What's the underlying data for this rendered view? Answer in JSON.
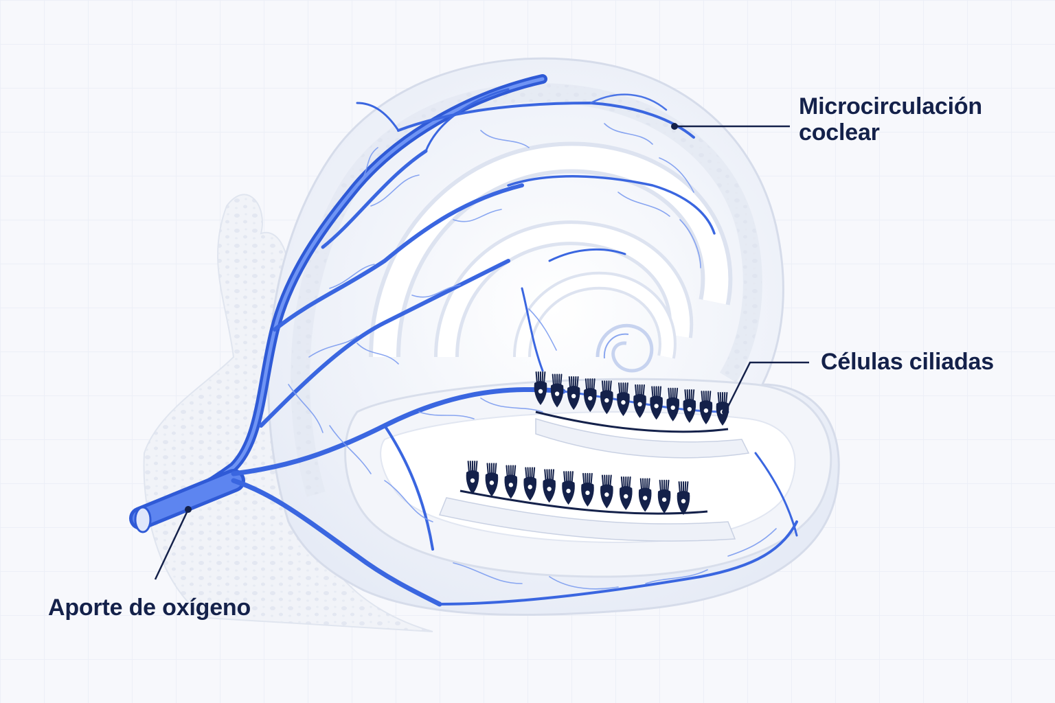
{
  "labels": {
    "microcirculation": {
      "line1": "Microcirculación",
      "line2": "coclear"
    },
    "hair_cells": "Células ciliadas",
    "oxygen_supply": "Aporte de oxígeno"
  },
  "colors": {
    "background": "#f7f8fc",
    "vessel": "#3a66e0",
    "vessel_light": "#7c9cf0",
    "hair_cell": "#14214a",
    "tissue": "#ffffff",
    "tissue_shadow": "#e3e8f4",
    "label_text": "#14214a"
  },
  "hair_cell_rows": {
    "upper_count": 12,
    "lower_count": 12
  }
}
